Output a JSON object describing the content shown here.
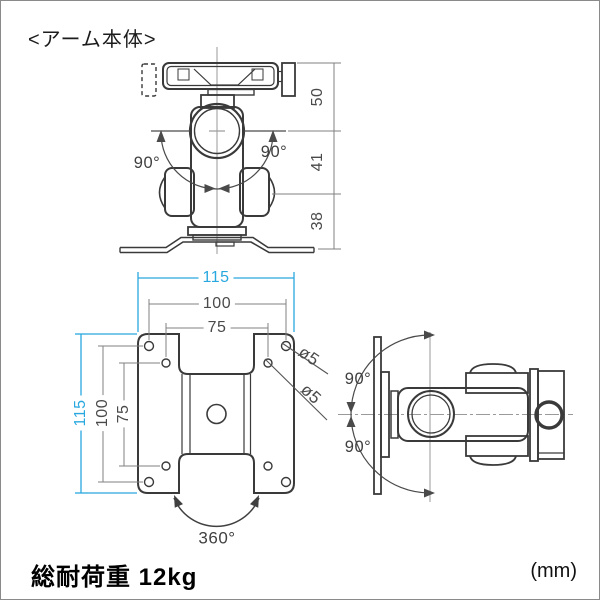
{
  "title": "<アーム本体>",
  "footer": {
    "load_label": "総耐荷重 12kg",
    "unit_label": "(mm)"
  },
  "side_view": {
    "angles": [
      "90°",
      "90°"
    ],
    "dims": [
      "50",
      "41",
      "38"
    ]
  },
  "front_view": {
    "h_dims": [
      "115",
      "100",
      "75"
    ],
    "v_dims": [
      "115",
      "100",
      "75"
    ],
    "hole_labels": [
      "ø5",
      "ø5"
    ],
    "rotation_label": "360°"
  },
  "top_view": {
    "angles": [
      "90°",
      "90°"
    ]
  },
  "colors": {
    "accent_cyan": "#29a8df",
    "outline": "#3a3a3a",
    "dimension_gray": "#808080"
  }
}
